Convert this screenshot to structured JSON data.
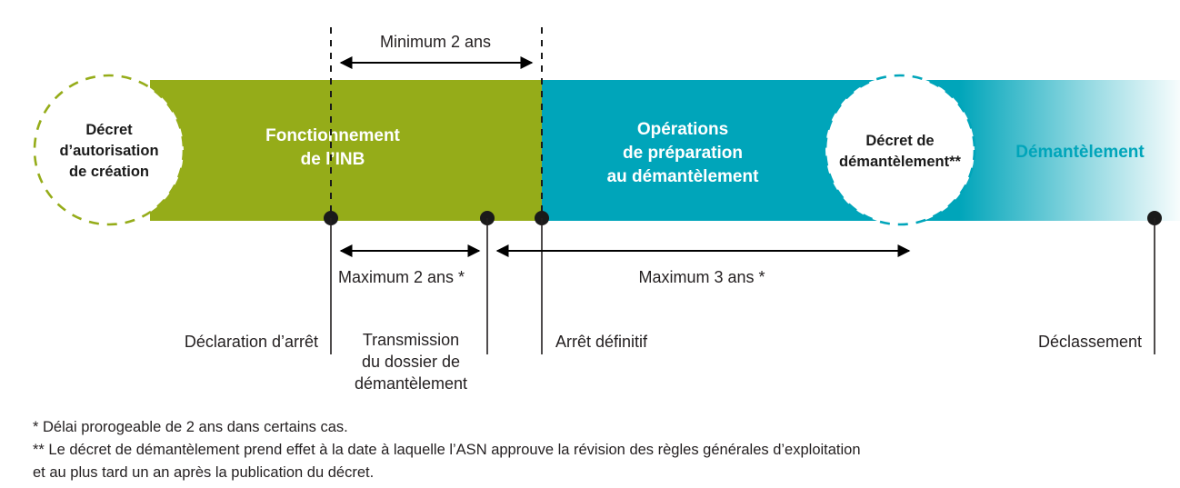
{
  "diagram": {
    "title": "Cycle de vie d'une INB",
    "phases": [
      {
        "id": "fonctionnement",
        "label_line1": "Fonctionnement",
        "label_line2": "de l’INB",
        "color": "#95AC19"
      },
      {
        "id": "operations-preparation",
        "label_line1": "Opérations",
        "label_line2": "de préparation",
        "label_line3": "au démantèlement",
        "color": "#00A5BA"
      },
      {
        "id": "demantelement",
        "label_line1": "Démantèlement",
        "color": "#00A5BA"
      }
    ],
    "milestones": [
      {
        "id": "decret-autorisation-creation",
        "label_line1": "Décret",
        "label_line2": "d’autorisation",
        "label_line3": "de création",
        "border_color": "#95AC19"
      },
      {
        "id": "decret-demantelement",
        "label_line1": "Décret de",
        "label_line2": "démantèlement**",
        "border_color": "#00A5BA"
      }
    ],
    "measures": [
      {
        "id": "minimum-2-ans",
        "label": "Minimum 2 ans"
      },
      {
        "id": "maximum-2-ans",
        "label": "Maximum 2 ans *"
      },
      {
        "id": "maximum-3-ans",
        "label": "Maximum 3 ans *"
      }
    ],
    "events": [
      {
        "id": "declaration-arret",
        "label_line1": "Déclaration d’arrêt"
      },
      {
        "id": "transmission-dossier",
        "label_line1": "Transmission",
        "label_line2": "du dossier de",
        "label_line3": "démantèlement"
      },
      {
        "id": "arret-definitif",
        "label_line1": "Arrêt définitif"
      },
      {
        "id": "declassement",
        "label_line1": "Déclassement"
      }
    ],
    "footnotes": [
      {
        "id": "footnote-1",
        "text": "* Délai prorogeable de 2 ans dans certains cas."
      },
      {
        "id": "footnote-2-line1",
        "text": "** Le décret de démantèlement prend effet à la date à laquelle l’ASN approuve la révision des règles générales d’exploitation"
      },
      {
        "id": "footnote-2-line2",
        "text": "et au plus tard un an après la publication du décret."
      }
    ],
    "colors": {
      "green": "#95AC19",
      "teal": "#00A5BA",
      "text": "#231f20",
      "white": "#ffffff"
    }
  }
}
